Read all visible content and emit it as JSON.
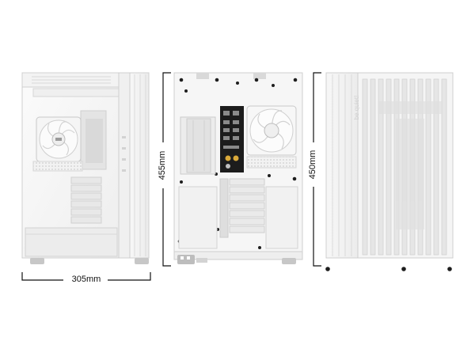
{
  "dimensions": {
    "width_label": "305mm",
    "height_front_label": "455mm",
    "height_side_label": "450mm"
  },
  "branding": {
    "logo_text": "be quiet!"
  },
  "colors": {
    "case_white": "#f4f4f4",
    "shadow_gray": "#d7d7d7",
    "line_dark": "#111111",
    "io_black": "#1c1c1c"
  }
}
